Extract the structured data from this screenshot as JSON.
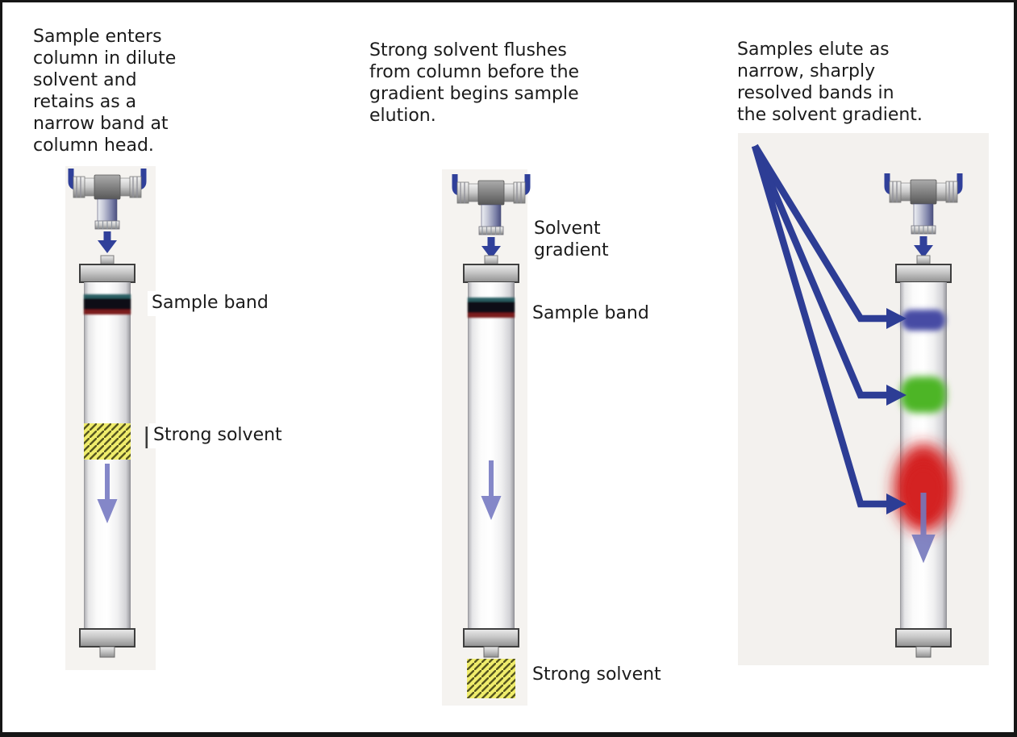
{
  "figure": {
    "panels": [
      {
        "caption": "Sample enters\ncolumn in dilute\nsolvent and\nretains as a\nnarrow band at\ncolumn head.",
        "labels": {
          "sample_band": "Sample band",
          "strong_solvent": "Strong solvent"
        }
      },
      {
        "caption": "Strong solvent flushes\nfrom column before the\ngradient begins sample\nelution.",
        "labels": {
          "solvent_gradient": "Solvent\ngradient",
          "sample_band": "Sample band",
          "strong_solvent": "Strong solvent"
        }
      },
      {
        "caption": "Samples elute as\nnarrow, sharply\nresolved bands in\nthe solvent gradient.",
        "labels": {}
      }
    ],
    "colors": {
      "flow_blue": "#30409a",
      "soft_arrow_purple": "#8487c8",
      "strong_solvent_yellow": "#f0ed6c",
      "sample_band_dark": "#0e1013",
      "sample_band_teal_edge": "#2c5f63",
      "sample_band_red_edge": "#7c1b1b",
      "eluted_band_blue": "#474ba4",
      "eluted_band_green": "#4eb526",
      "eluted_band_red": "#d42424",
      "panel_background": "#f3f1ee"
    }
  }
}
